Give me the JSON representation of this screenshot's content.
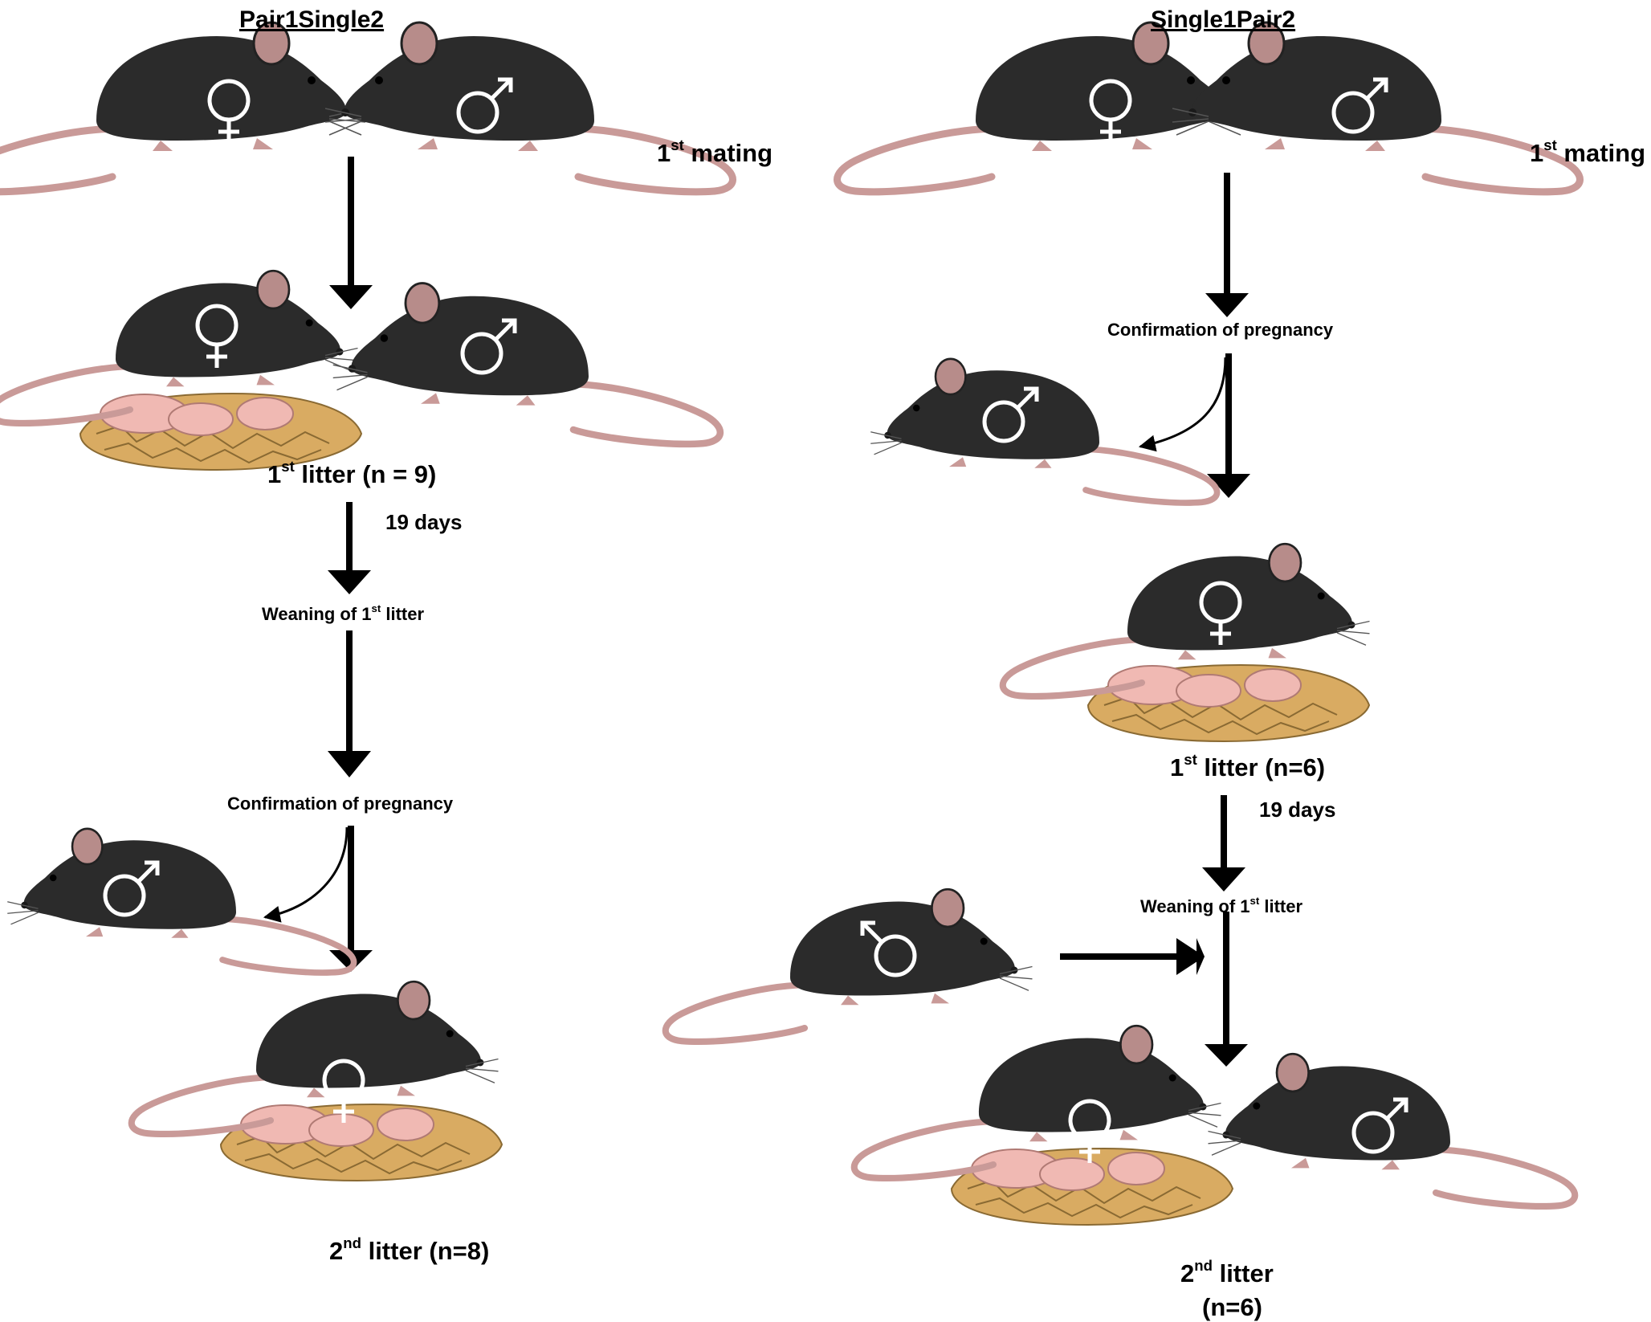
{
  "left": {
    "title": "Pair1Single2",
    "mating_num": "1",
    "mating_sup": "st",
    "mating_text": " mating",
    "litter1_num": "1",
    "litter1_sup": "st",
    "litter1_text": " litter (n = 9)",
    "days": "19 days",
    "weaning_pre": "Weaning of 1",
    "weaning_sup": "st",
    "weaning_post": " litter",
    "confirmation": "Confirmation of pregnancy",
    "litter2_num": "2",
    "litter2_sup": "nd",
    "litter2_text": " litter (n=8)"
  },
  "right": {
    "title": "Single1Pair2",
    "mating_num": "1",
    "mating_sup": "st",
    "mating_text": " mating",
    "confirmation": "Confirmation of pregnancy",
    "litter1_num": "1",
    "litter1_sup": "st",
    "litter1_text": " litter (n=6)",
    "days": "19 days",
    "weaning_pre": "Weaning of 1",
    "weaning_sup": "st",
    "weaning_post": " litter",
    "litter2_num": "2",
    "litter2_sup": "nd",
    "litter2_text": " litter",
    "litter2_n": "(n=6)"
  },
  "symbols": {
    "female": "♀",
    "male": "♂"
  },
  "colors": {
    "mouse_body": "#2b2b2b",
    "mouse_ear": "#b78c8a",
    "mouse_tail": "#c99a98",
    "pup": "#f0b9b3",
    "bedding": "#d9ab62",
    "arrow": "#000000"
  }
}
